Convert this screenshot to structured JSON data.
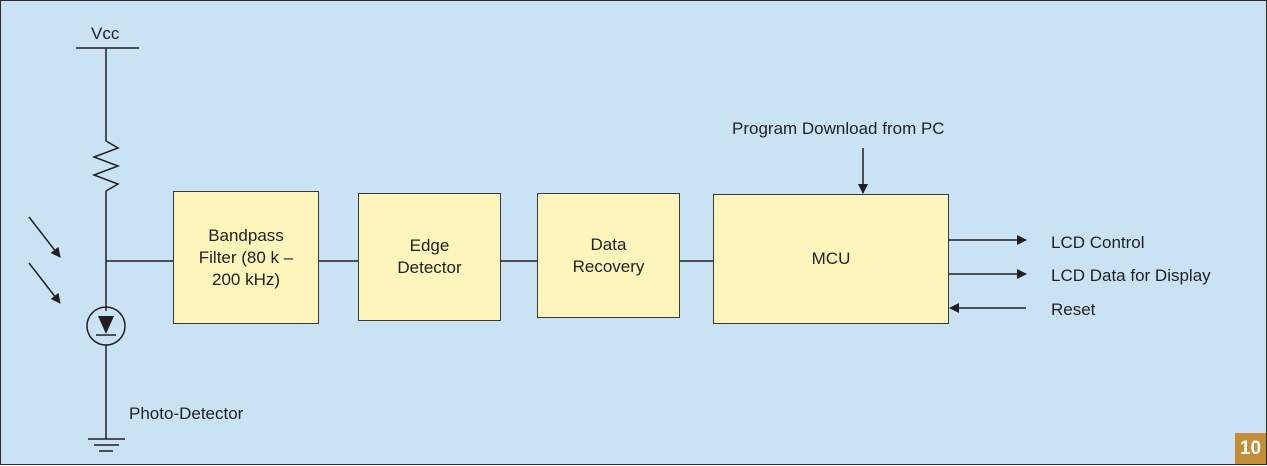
{
  "labels": {
    "vcc": "Vcc",
    "photo_detector": "Photo-Detector",
    "program_download": "Program Download  from PC",
    "lcd_control": "LCD Control",
    "lcd_data": "LCD Data for Display",
    "reset": "Reset"
  },
  "blocks": {
    "bandpass": [
      "Bandpass",
      "Filter (80 k –",
      "200 kHz)"
    ],
    "edge": [
      "Edge",
      "Detector"
    ],
    "data_recovery": [
      "Data",
      "Recovery"
    ],
    "mcu": [
      "MCU"
    ]
  },
  "figure_number": "10",
  "colors": {
    "background": "#c9e3f5",
    "block_fill": "#fdf5bb",
    "line": "#231f20",
    "badge": "#c58d3a"
  }
}
